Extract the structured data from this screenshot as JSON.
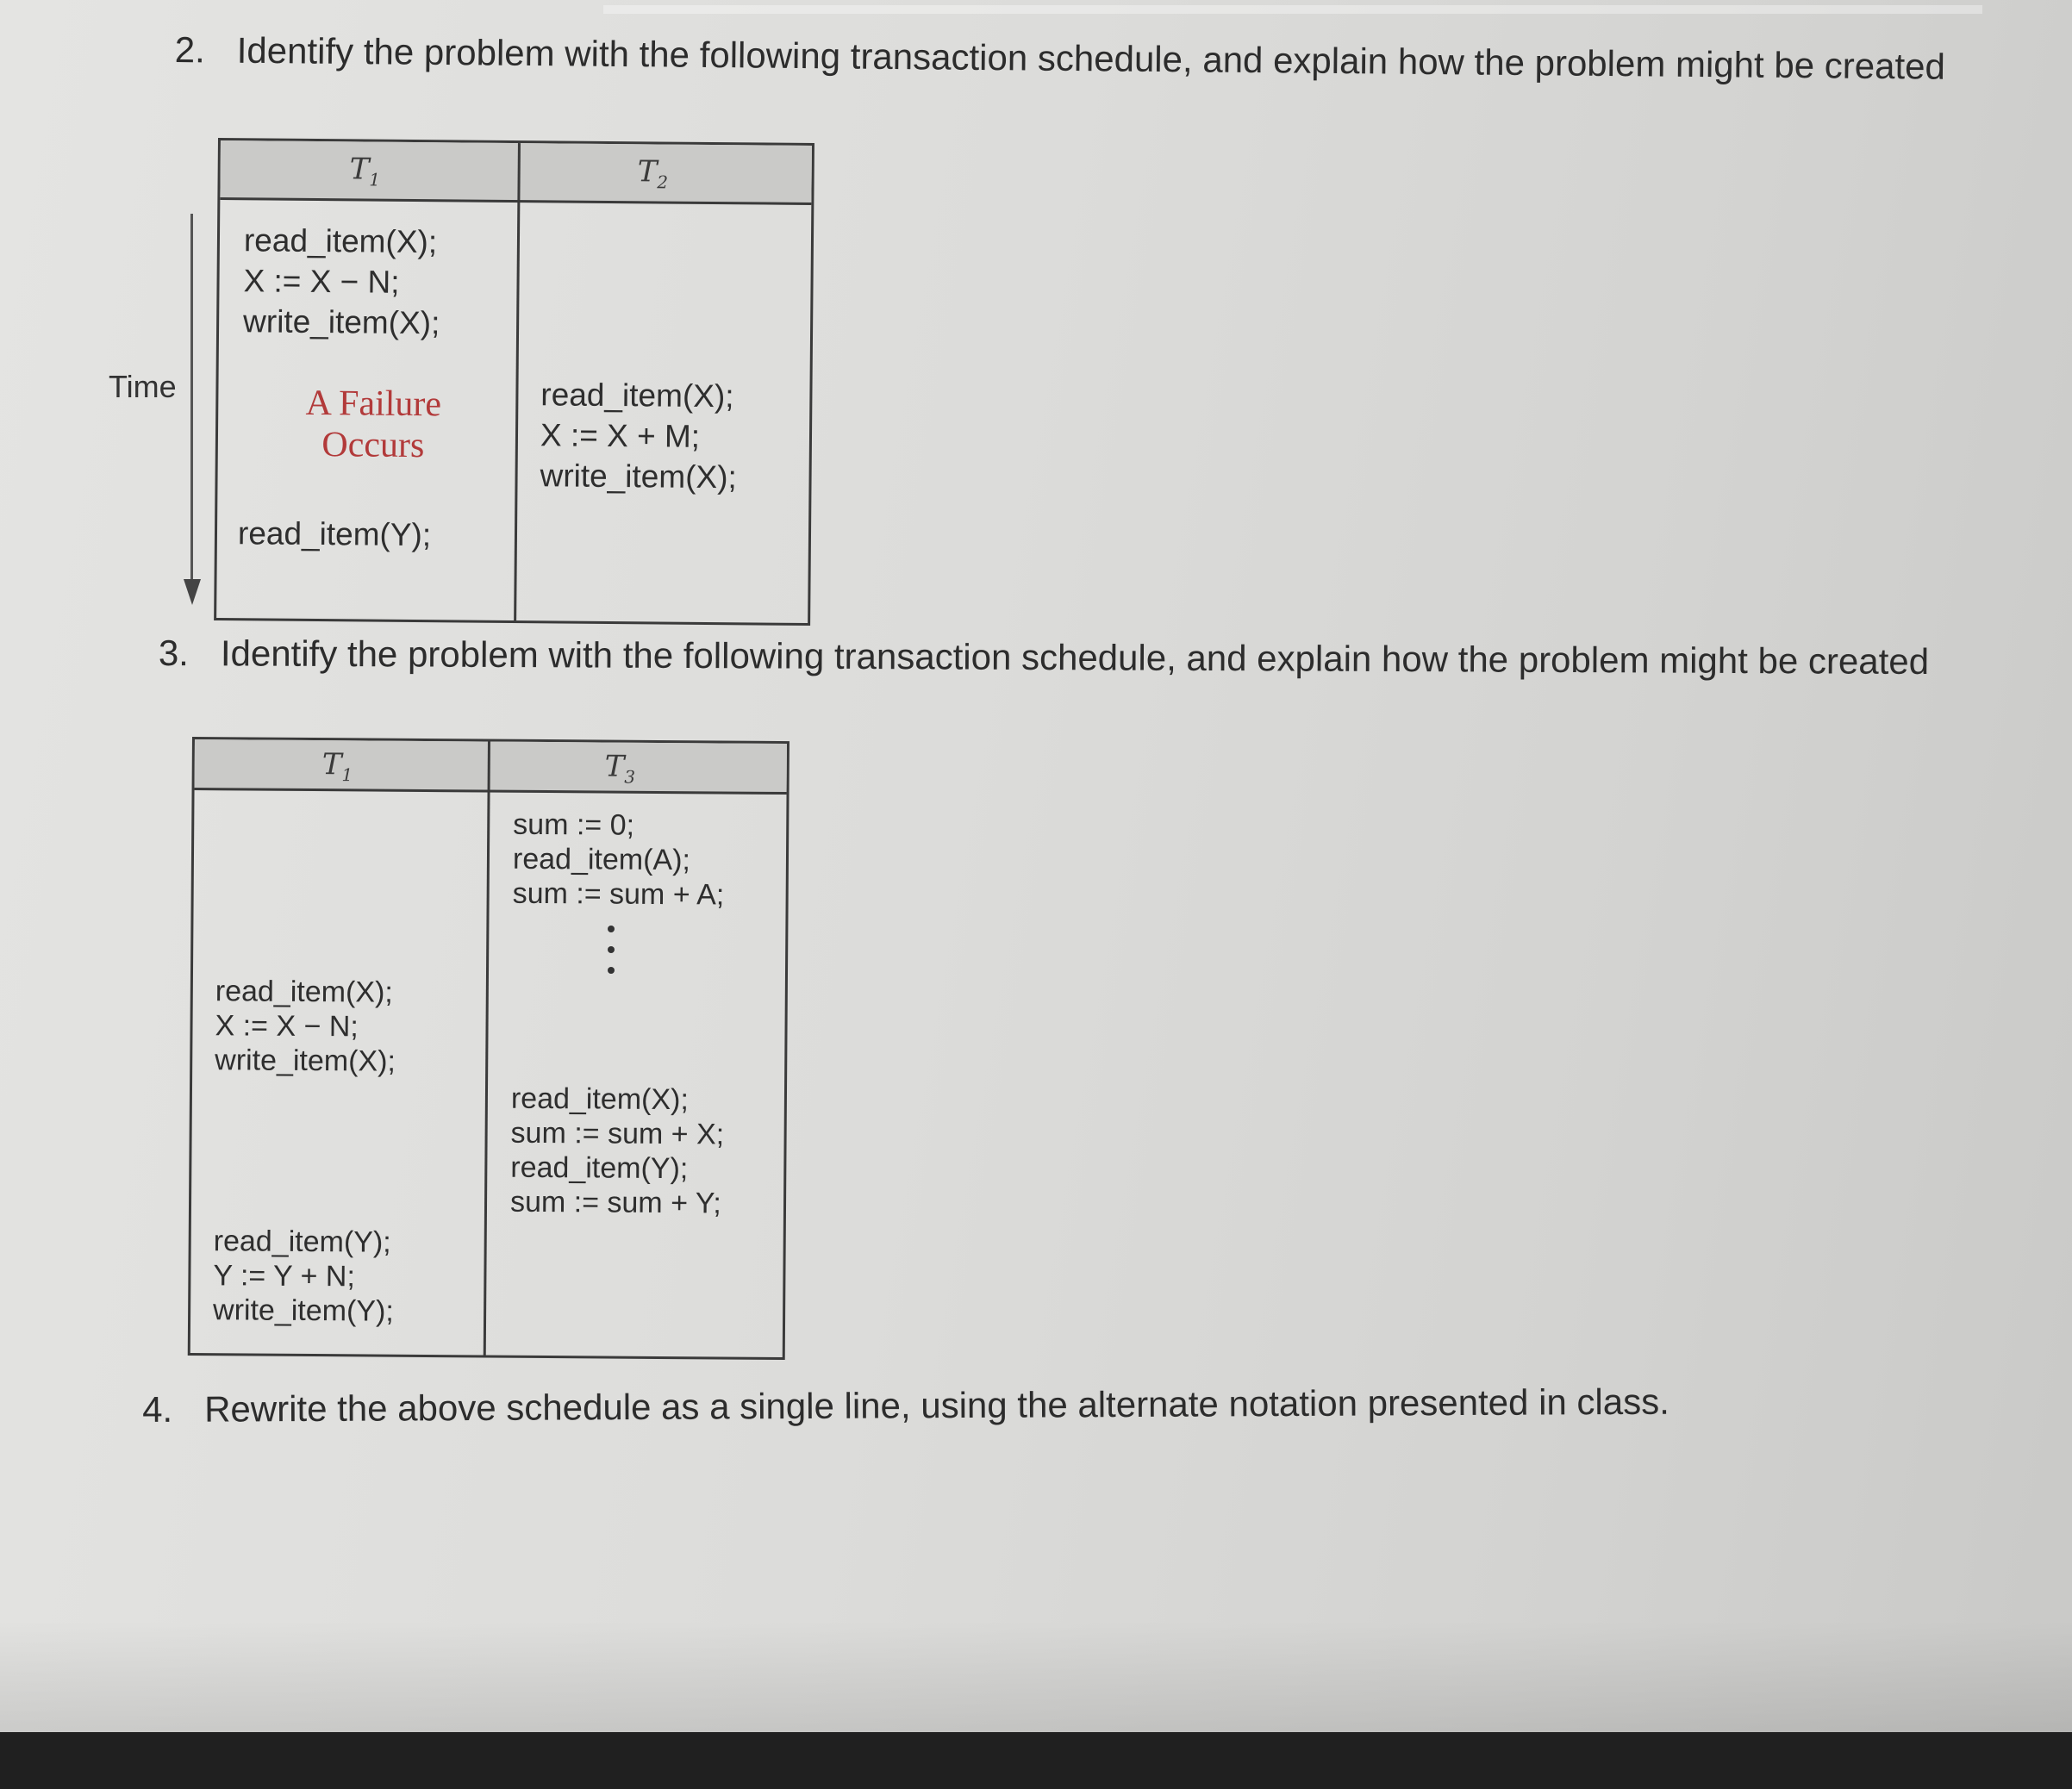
{
  "questions": [
    {
      "number": "2.",
      "text": "Identify the problem with the following transaction schedule, and explain how the problem might be created"
    },
    {
      "number": "3.",
      "text": "Identify the problem with the following transaction schedule, and explain how the problem might be created"
    },
    {
      "number": "4.",
      "text": "Rewrite the above schedule as a single line, using the alternate notation presented in class."
    }
  ],
  "schedule1": {
    "axis_label": "Time",
    "header_t1": "T",
    "header_t1_sub": "1",
    "header_t2": "T",
    "header_t2_sub": "2",
    "t1_block1": [
      "read_item(X);",
      "X := X − N;",
      "write_item(X);"
    ],
    "failure": [
      "A Failure",
      "Occurs"
    ],
    "t1_block2": [
      "read_item(Y);"
    ],
    "t2_block1": [
      "read_item(X);",
      "X := X + M;",
      "write_item(X);"
    ]
  },
  "schedule2": {
    "header_t1": "T",
    "header_t1_sub": "1",
    "header_t3": "T",
    "header_t3_sub": "3",
    "t3_block1": [
      "sum := 0;",
      "read_item(A);",
      "sum := sum + A;"
    ],
    "ellipsis": "⋮",
    "t1_block1": [
      "read_item(X);",
      "X := X − N;",
      "write_item(X);"
    ],
    "t3_block2": [
      "read_item(X);",
      "sum := sum + X;",
      "read_item(Y);",
      "sum := sum + Y;"
    ],
    "t1_block2": [
      "read_item(Y);",
      "Y := Y + N;",
      "write_item(Y);"
    ]
  }
}
